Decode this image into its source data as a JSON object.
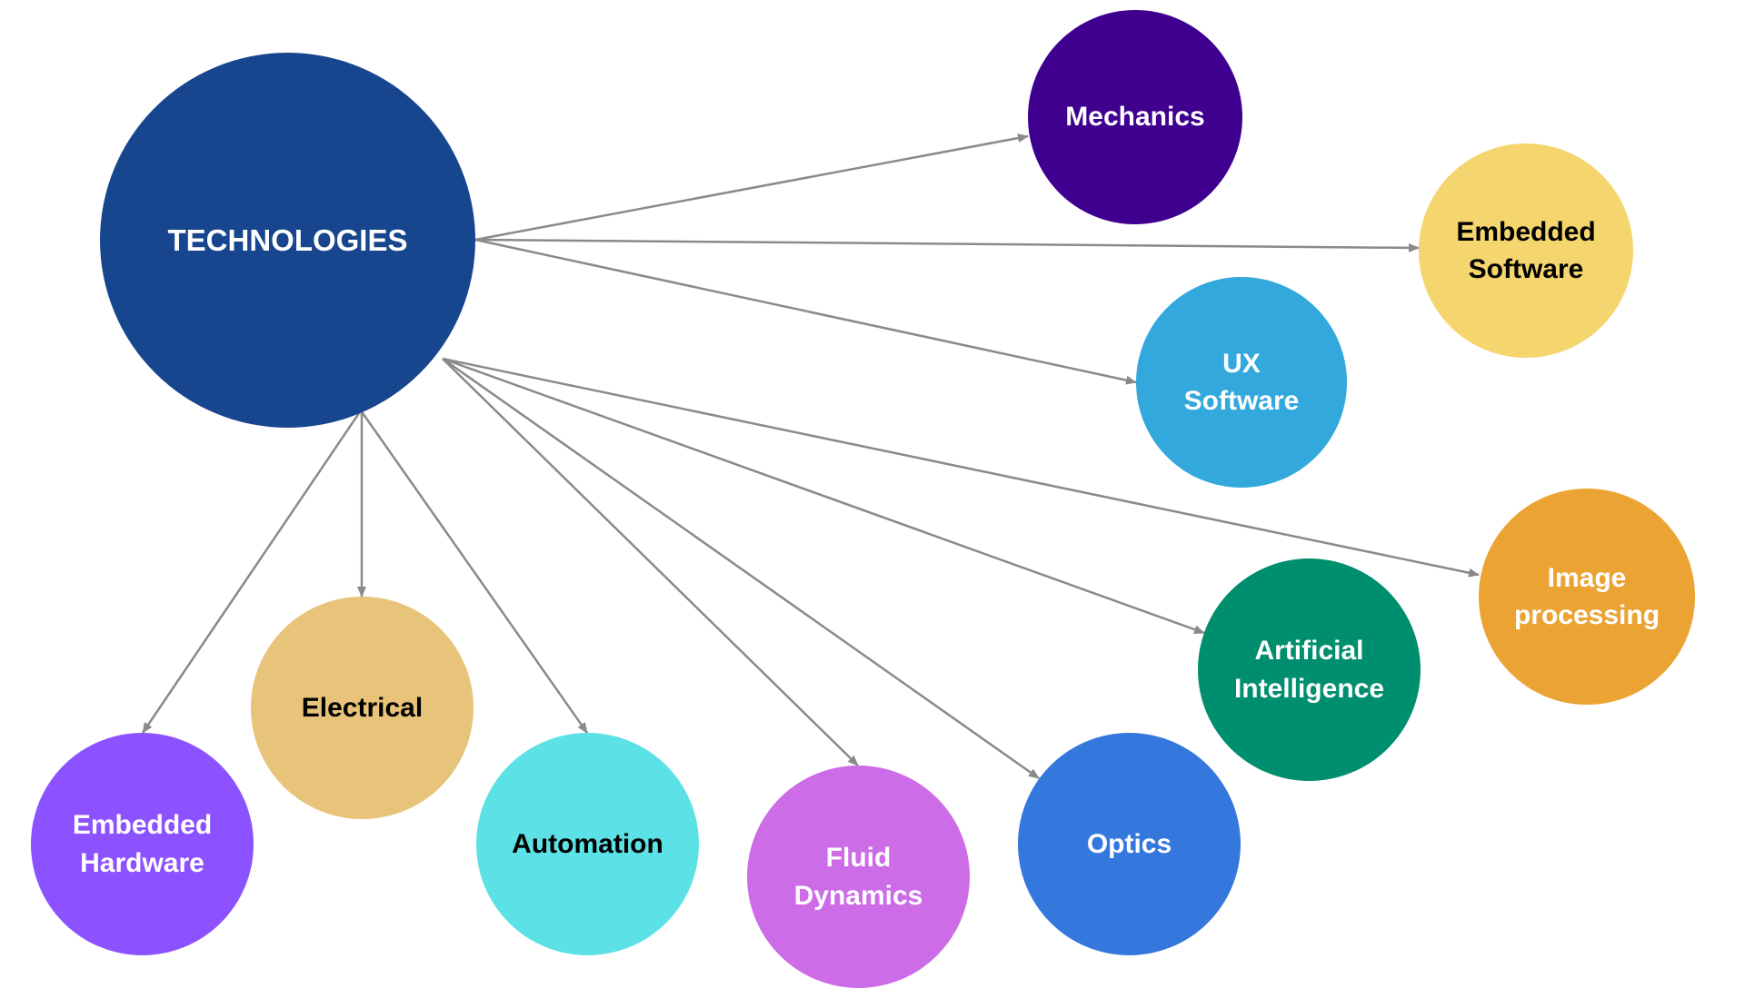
{
  "center": {
    "label": "TECHNOLOGIES",
    "color": "#17468E",
    "text_color": "#FFFFFF"
  },
  "nodes": {
    "mechanics": {
      "label": "Mechanics",
      "color": "#3F008F",
      "text_color": "#FFFFFF"
    },
    "embedded_software": {
      "label": "Embedded\nSoftware",
      "color": "#F5D56E",
      "text_color": "#000000"
    },
    "ux_software": {
      "label": "UX\nSoftware",
      "color": "#33A8DC",
      "text_color": "#FFFFFF"
    },
    "image_processing": {
      "label": "Image\nprocessing",
      "color": "#EBA434",
      "text_color": "#FFFFFF"
    },
    "artificial_intelligence": {
      "label": "Artificial\nIntelligence",
      "color": "#008F6E",
      "text_color": "#FFFFFF"
    },
    "optics": {
      "label": "Optics",
      "color": "#3477DD",
      "text_color": "#FFFFFF"
    },
    "fluid_dynamics": {
      "label": "Fluid\nDynamics",
      "color": "#CC6CE7",
      "text_color": "#FFFFFF"
    },
    "automation": {
      "label": "Automation",
      "color": "#5CE1E6",
      "text_color": "#000000"
    },
    "electrical": {
      "label": "Electrical",
      "color": "#E8C37A",
      "text_color": "#000000"
    },
    "embedded_hardware": {
      "label": "Embedded\nHardware",
      "color": "#8C52FF",
      "text_color": "#FFFFFF"
    }
  },
  "arrow_color": "#8A8A8A"
}
